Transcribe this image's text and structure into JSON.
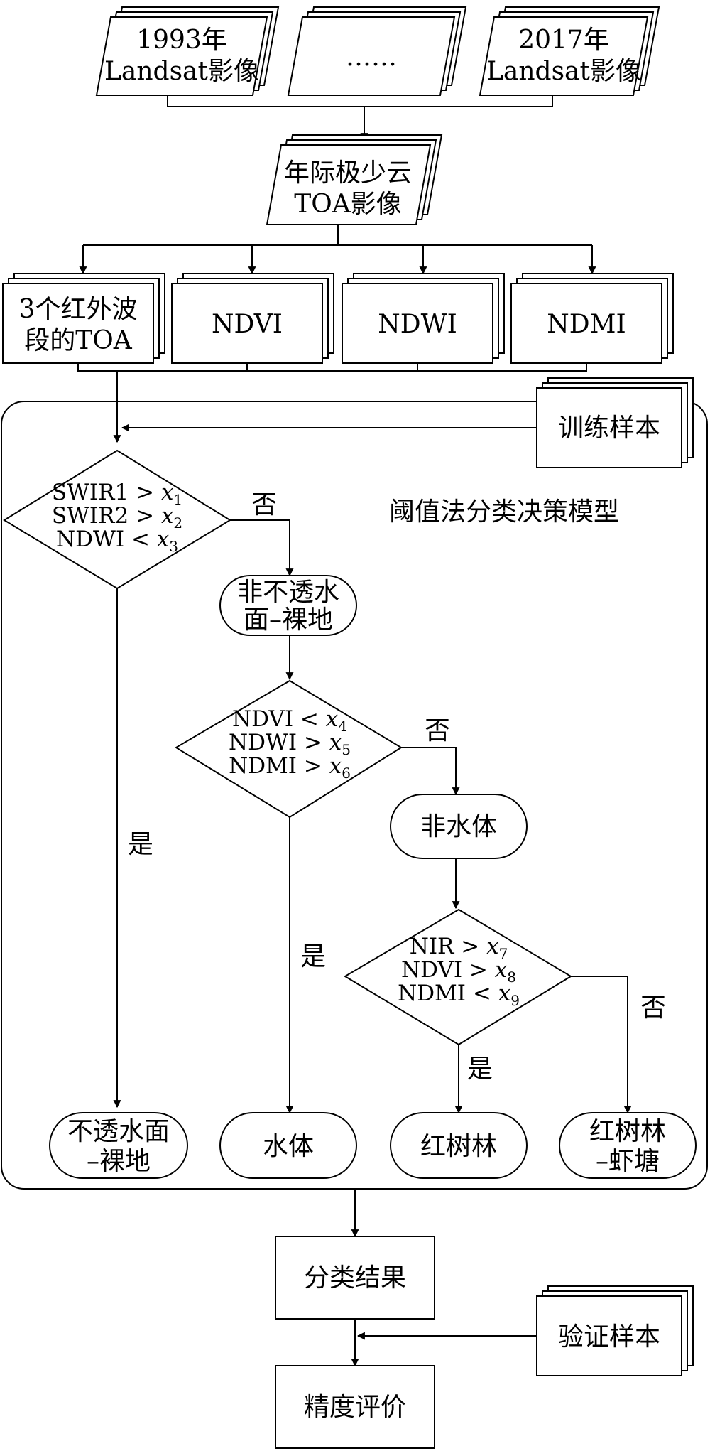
{
  "inputs": {
    "first": [
      "1993年",
      "Landsat影像"
    ],
    "middle": "……",
    "last": [
      "2017年",
      "Landsat影像"
    ]
  },
  "toa": [
    "年际极少云",
    "TOA影像"
  ],
  "features": {
    "infrared": [
      "3个红外波",
      "段的TOA"
    ],
    "ndvi": "NDVI",
    "ndwi": "NDWI",
    "ndmi": "NDMI"
  },
  "training": "训练样本",
  "model_title": "阈值法分类决策模型",
  "decision1": [
    {
      "name": "SWIR1",
      "op": " > ",
      "var": "x",
      "sub": "1"
    },
    {
      "name": "SWIR2",
      "op": " > ",
      "var": "x",
      "sub": "2"
    },
    {
      "name": "NDWI",
      "op": " < ",
      "var": "x",
      "sub": "3"
    }
  ],
  "decision2": [
    {
      "name": "NDVI",
      "op": " < ",
      "var": "x",
      "sub": "4"
    },
    {
      "name": "NDWI",
      "op": " > ",
      "var": "x",
      "sub": "5"
    },
    {
      "name": "NDMI",
      "op": " > ",
      "var": "x",
      "sub": "6"
    }
  ],
  "decision3": [
    {
      "name": "NIR",
      "op": " > ",
      "var": "x",
      "sub": "7"
    },
    {
      "name": "NDVI",
      "op": " > ",
      "var": "x",
      "sub": "8"
    },
    {
      "name": "NDMI",
      "op": " < ",
      "var": "x",
      "sub": "9"
    }
  ],
  "labels": {
    "yes": "是",
    "no": "否"
  },
  "non_impervious": [
    "非不透水",
    "面–裸地"
  ],
  "non_water": "非水体",
  "results": {
    "impervious": [
      "不透水面",
      "–裸地"
    ],
    "water": "水体",
    "mangrove": "红树林",
    "pond": [
      "红树林",
      "–虾塘"
    ]
  },
  "classification_result": "分类结果",
  "validation": "验证样本",
  "accuracy": "精度评价"
}
